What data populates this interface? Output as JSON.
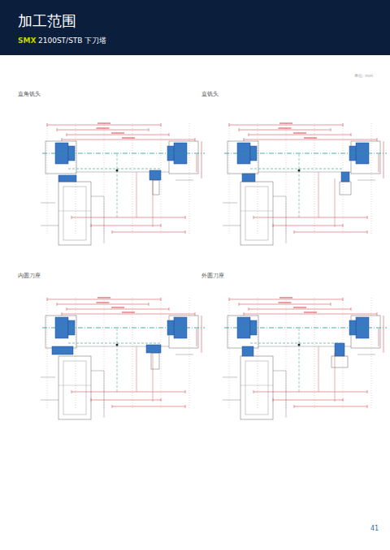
{
  "diagram": {
    "title": "加工范围",
    "labels": [
      "SMX",
      "2100ST/STB 下刀塔",
      "单位: mm",
      "直角铣头",
      "直铣头",
      "内圆刀座",
      "外圆刀座",
      "41"
    ]
  }
}
